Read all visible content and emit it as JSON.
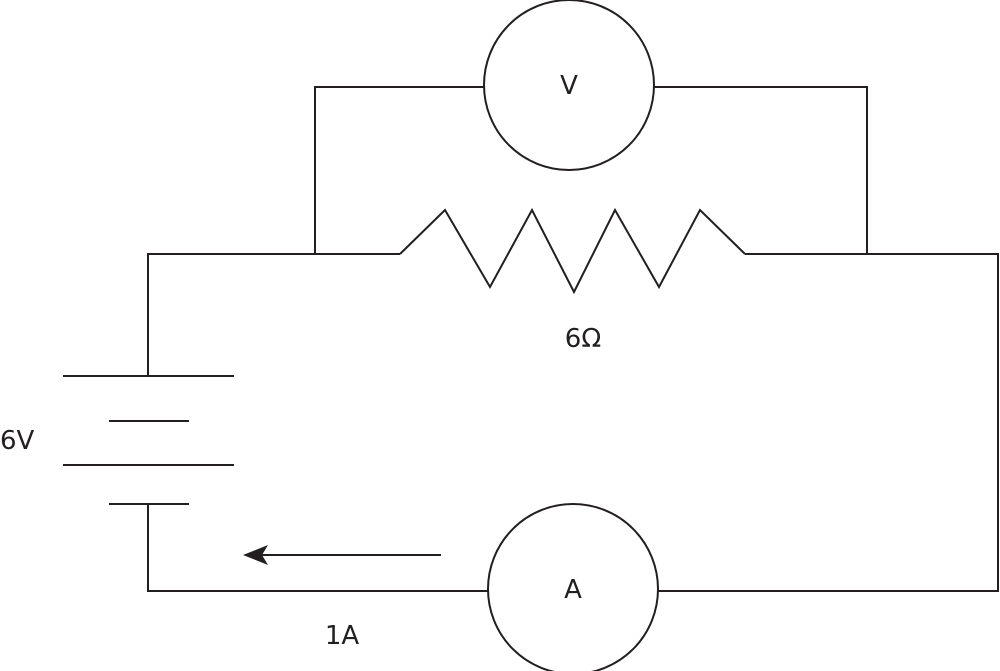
{
  "diagram": {
    "voltmeter_symbol": "V",
    "ammeter_symbol": "A",
    "resistor_label": "6Ω",
    "battery_label": "6V",
    "current_label": "1A"
  },
  "colors": {
    "line": "#231f20",
    "background": "#ffffff"
  }
}
